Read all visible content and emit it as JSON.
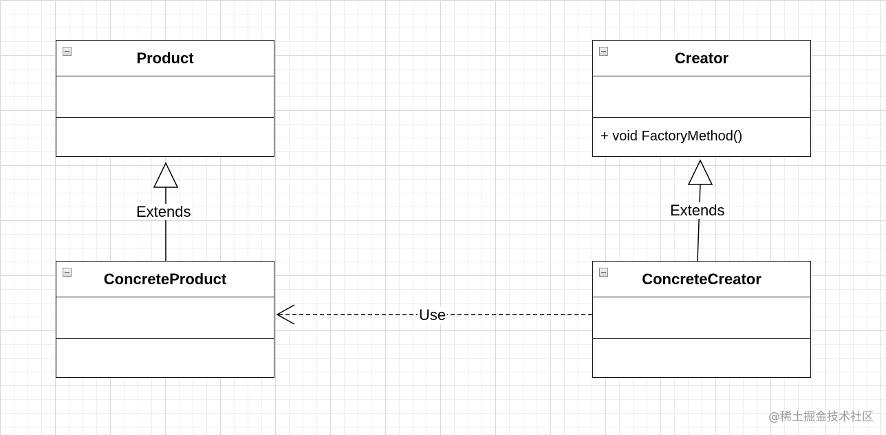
{
  "classes": {
    "product": {
      "name": "Product",
      "methods": ""
    },
    "creator": {
      "name": "Creator",
      "methods": "+ void FactoryMethod()"
    },
    "concrete_product": {
      "name": "ConcreteProduct",
      "methods": ""
    },
    "concrete_creator": {
      "name": "ConcreteCreator",
      "methods": ""
    }
  },
  "relations": {
    "product_extends": "Extends",
    "creator_extends": "Extends",
    "use": "Use"
  },
  "watermark": "@稀土掘金技术社区",
  "colors": {
    "line": "#000000",
    "grid_major": "#d9d9d9",
    "grid_minor": "#eeeeee"
  }
}
